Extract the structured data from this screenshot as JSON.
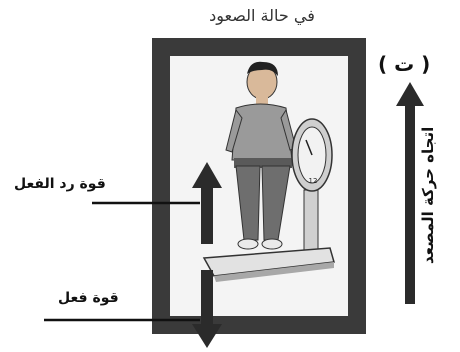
{
  "caption": "في حالة الصعود",
  "panel_label": "( ت )",
  "motion_direction_label": "اتجاه حركة المصعد",
  "force_labels": {
    "reaction": "قوة رد الفعل",
    "action": "قوة فعل"
  },
  "scale_dial_number": "12",
  "colors": {
    "frame_dark": "#3a3a3a",
    "frame_inner": "#f4f4f4",
    "shirt": "#9a9a9a",
    "pants": "#6e6e6e",
    "scale_face": "#f2f2f2",
    "arrow": "#2b2b2b"
  }
}
